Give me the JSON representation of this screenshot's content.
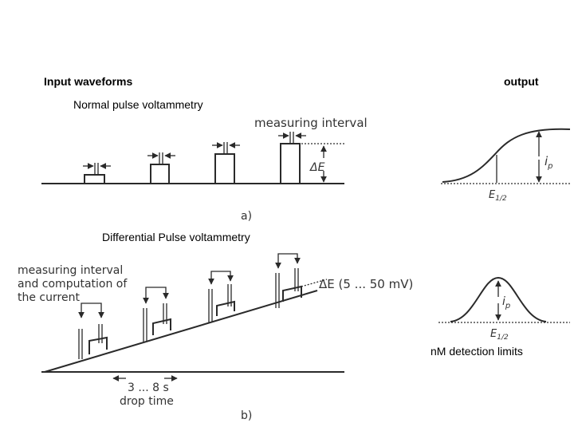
{
  "headers": {
    "input": "Input waveforms",
    "output": "output"
  },
  "sections": {
    "normal_title": "Normal pulse voltammetry",
    "differential_title": "Differential Pulse voltammetry"
  },
  "figure_a": {
    "measuring_interval": "measuring interval",
    "delta_e": "ΔE",
    "panel_label": "a)",
    "ip_label": "i",
    "ip_sub": "p",
    "e_half": "E",
    "e_half_sub": "1/2"
  },
  "figure_b": {
    "annotation_line1": "measuring interval",
    "annotation_line2": "and computation of",
    "annotation_line3": "the current",
    "delta_e_range": "ΔE (5 ... 50 mV)",
    "drop_time_range": "3 ... 8 s",
    "drop_time_label": "drop time",
    "panel_label": "b)",
    "ip_label": "i",
    "ip_sub": "p",
    "e_half": "E",
    "e_half_sub": "1/2"
  },
  "detection_note": "nM detection limits"
}
